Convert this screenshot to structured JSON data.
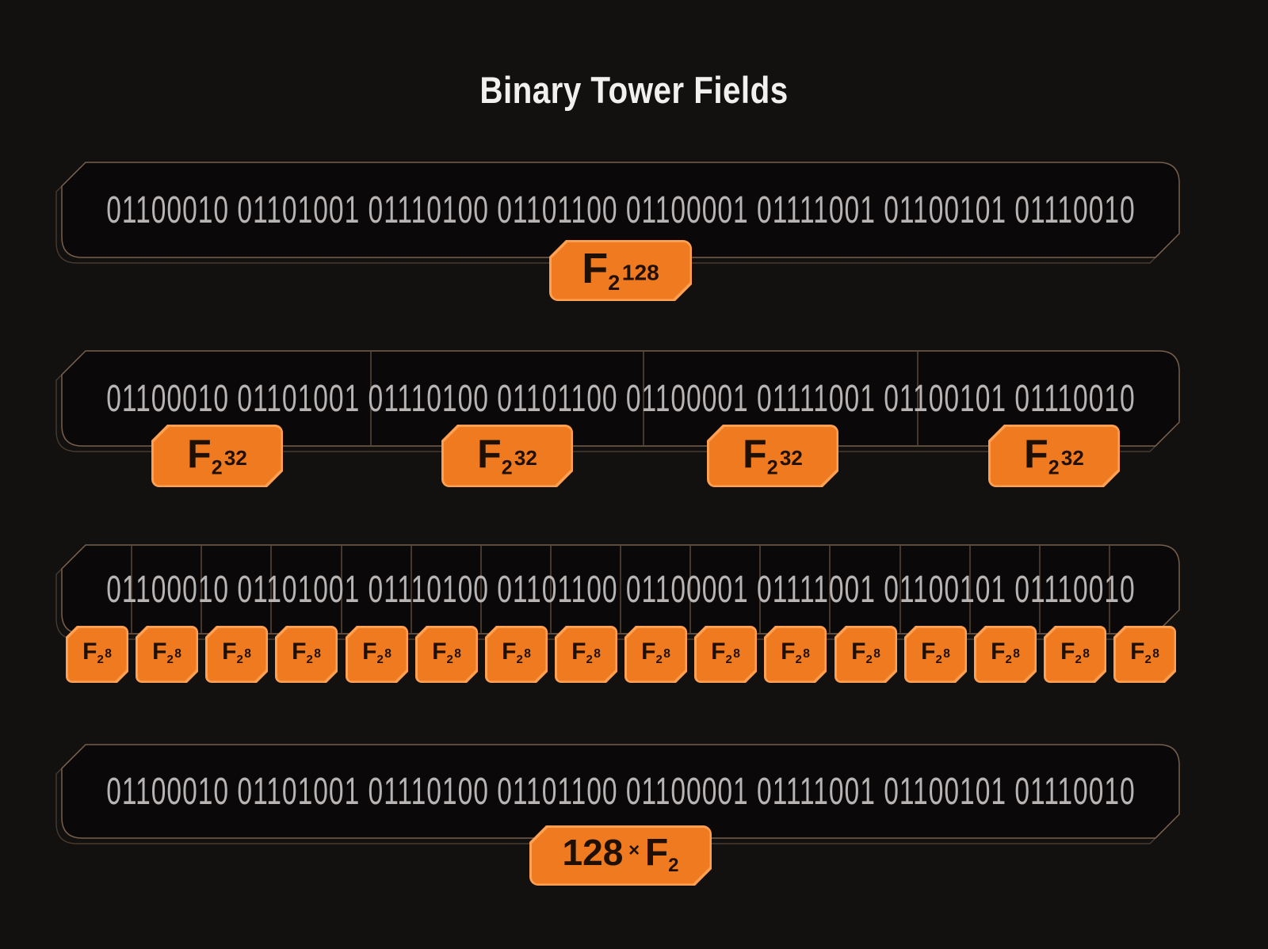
{
  "title": "Binary Tower Fields",
  "colors": {
    "background": "#131110",
    "box_fill": "#0A0808",
    "box_border": "#8A6F58",
    "divider": "#6E5845",
    "bits_text": "#B7B4B3",
    "badge_fill": "#EF7A1F",
    "badge_border": "#FFA052",
    "badge_text": "#1F1005",
    "title_text": "#F2F0EF"
  },
  "rows": [
    {
      "field": "F2^128",
      "segments": 1,
      "bits": "01100010 01101001 01110100 01101100 01100001 01111001 01100101 01110010",
      "label": {
        "f": "F",
        "sub": "2",
        "exp": "128"
      }
    },
    {
      "field": "F2^32",
      "segments": 4,
      "bits": "01100010 01101001 01110100 01101100 01100001 01111001 01100101 01110010",
      "label": {
        "f": "F",
        "sub": "2",
        "exp": "32"
      }
    },
    {
      "field": "F2^8",
      "segments": 16,
      "bits": "01100010 01101001 01110100 01101100 01100001 01111001 01100101 01110010",
      "label": {
        "f": "F",
        "sub": "2",
        "exp": "8"
      }
    },
    {
      "field": "128 x F2",
      "segments": 1,
      "bits": "01100010 01101001 01110100 01101100 01100001 01111001 01100101 01110010",
      "label": {
        "prefix": "128",
        "times": "×",
        "f": "F",
        "sub": "2"
      }
    }
  ]
}
